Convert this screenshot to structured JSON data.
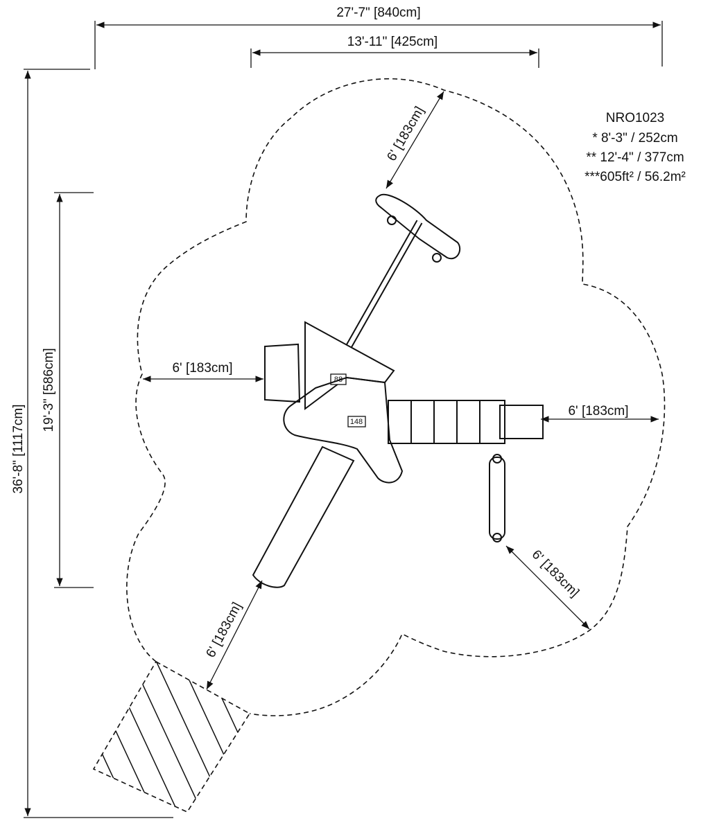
{
  "dimensions": {
    "overall_width": "27'-7\" [840cm]",
    "inner_width": "13'-11\" [425cm]",
    "overall_length": "36'-8\" [1117cm]",
    "inner_length": "19'-3\" [586cm]",
    "clearance_top": "6' [183cm]",
    "clearance_left": "6' [183cm]",
    "clearance_right": "6' [183cm]",
    "clearance_bottom_right": "6' [183cm]",
    "clearance_bottom_left": "6' [183cm]"
  },
  "info": {
    "model": "NRO1023",
    "line1": "* 8'-3\" / 252cm",
    "line2": "** 12'-4\" / 377cm",
    "line3": "***605ft² / 56.2m²"
  },
  "deck_labels": {
    "upper": "88",
    "lower": "148"
  }
}
